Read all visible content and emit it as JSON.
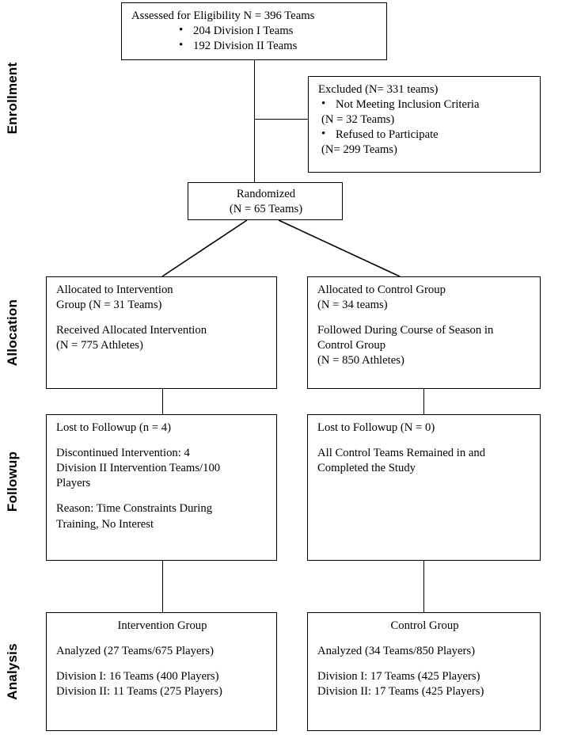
{
  "figure": {
    "type": "consort-flow-diagram",
    "title": "CONSORT participant flow diagram"
  },
  "stages": [
    {
      "id": "enrollment",
      "label": "Enrollment"
    },
    {
      "id": "allocation",
      "label": "Allocation"
    },
    {
      "id": "followup",
      "label": "Followup"
    },
    {
      "id": "analysis",
      "label": "Analysis"
    }
  ],
  "boxes": {
    "assessed": {
      "heading": "Assessed for Eligibility N = 396 Teams",
      "bullets": [
        "204 Division I Teams",
        "192 Division II Teams"
      ]
    },
    "excluded": {
      "heading": "Excluded (N= 331 teams)",
      "bullets": [
        {
          "main": "Not Meeting Inclusion Criteria",
          "sub": "(N = 32 Teams)"
        },
        {
          "main": "Refused to Participate",
          "sub": "(N= 299 Teams)"
        }
      ]
    },
    "randomized": {
      "line1": "Randomized",
      "line2": "(N = 65 Teams)"
    },
    "allocated_intervention": {
      "line1": "Allocated to Intervention",
      "line2": "Group (N = 31 Teams)",
      "line3": "Received Allocated Intervention",
      "line4": "(N = 775 Athletes)"
    },
    "allocated_control": {
      "line1": "Allocated to Control Group",
      "line2": "(N = 34 teams)",
      "line3": "Followed During Course of Season in",
      "line4": "Control Group",
      "line5": "(N = 850 Athletes)"
    },
    "followup_intervention": {
      "line1": "Lost to Followup (n = 4)",
      "line2": "Discontinued Intervention:  4",
      "line3": "Division II Intervention Teams/100",
      "line4": "Players",
      "line5": "Reason:  Time Constraints During",
      "line6": "Training, No Interest"
    },
    "followup_control": {
      "line1": "Lost to Followup (N = 0)",
      "line2": "All Control Teams Remained in and",
      "line3": "Completed the Study"
    },
    "analysis_intervention": {
      "title": "Intervention Group",
      "line1": "Analyzed (27 Teams/675 Players)",
      "line2": "Division I:  16 Teams (400 Players)",
      "line3": "Division II:  11 Teams (275 Players)"
    },
    "analysis_control": {
      "title": "Control Group",
      "line1": "Analyzed (34 Teams/850 Players)",
      "line2": "Division I:  17 Teams (425 Players)",
      "line3": "Division II:  17 Teams (425 Players)"
    }
  },
  "flow_data": {
    "assessed_teams": 396,
    "division_i_assessed": 204,
    "division_ii_assessed": 192,
    "excluded_teams": 331,
    "excluded_not_meeting_criteria": 32,
    "excluded_refused": 299,
    "randomized_teams": 65,
    "intervention_teams_allocated": 31,
    "intervention_athletes_allocated": 775,
    "control_teams_allocated": 34,
    "control_athletes_allocated": 850,
    "intervention_lost_to_followup_teams": 4,
    "intervention_lost_players": 100,
    "control_lost_to_followup_teams": 0,
    "intervention_analyzed_teams": 27,
    "intervention_analyzed_players": 675,
    "intervention_div_i_teams": 16,
    "intervention_div_i_players": 400,
    "intervention_div_ii_teams": 11,
    "intervention_div_ii_players": 275,
    "control_analyzed_teams": 34,
    "control_analyzed_players": 850,
    "control_div_i_teams": 17,
    "control_div_i_players": 425,
    "control_div_ii_teams": 17,
    "control_div_ii_players": 425
  },
  "colors": {
    "background": "#ffffff",
    "ink": "#000000",
    "border": "#000000"
  }
}
